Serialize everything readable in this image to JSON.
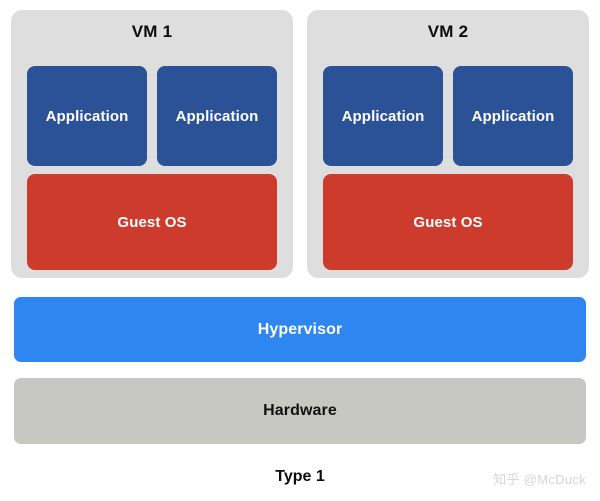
{
  "diagram": {
    "caption": "Type 1",
    "watermark": "知乎 @McDuck",
    "colors": {
      "vm_container": "#dedede",
      "application": "#2b5197",
      "guest_os": "#cc3b2c",
      "hypervisor": "#2e86f0",
      "hardware": "#c8c8c2",
      "background": "#ffffff"
    },
    "vms": [
      {
        "title": "VM 1",
        "apps": [
          {
            "label": "Application"
          },
          {
            "label": "Application"
          }
        ],
        "guest_os": {
          "label": "Guest OS"
        }
      },
      {
        "title": "VM 2",
        "apps": [
          {
            "label": "Application"
          },
          {
            "label": "Application"
          }
        ],
        "guest_os": {
          "label": "Guest OS"
        }
      }
    ],
    "layers": [
      {
        "label": "Hypervisor"
      },
      {
        "label": "Hardware"
      }
    ]
  }
}
